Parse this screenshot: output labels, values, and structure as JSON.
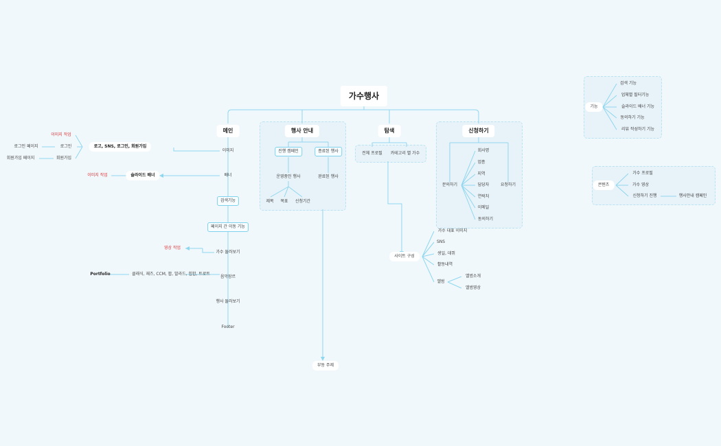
{
  "root": "가수행사",
  "main": {
    "title": "메인",
    "image": "이미지",
    "login_sns": "로고, SNS, 로그인, 회원가입",
    "image_work1": "이미지 작업",
    "login": "로그인",
    "login_page": "로그인 페이지",
    "signup": "회원가입",
    "signup_page": "회원가입 페이지",
    "banner": "배너",
    "slide_banner": "슬라이드 배너",
    "image_work2": "이미지 작업",
    "search_func": "검색기능",
    "page_move": "페이지 간 이동 기능",
    "singer_list": "가수 둘러보기",
    "video_work": "영상 작업",
    "genre": "음악장르",
    "portfolio": "Portfolio",
    "genres": "클래식, 재즈, CCM, 팝, 발라드, 힙합, 트로트",
    "event_list": "행사 둘러보기",
    "footer": "Footer"
  },
  "event": {
    "title": "행사 안내",
    "ongoing_campaign": "진행 캠페인",
    "ended_event": "종료된 행사",
    "running_event": "운영중인 행사",
    "completed_event": "완료된 행사",
    "item_title": "제목",
    "item_goal": "목표",
    "item_period": "신청기간",
    "sub_topic": "부동 주제"
  },
  "search": {
    "title": "탐색",
    "all_profiles": "전체 프로필",
    "by_category": "카테고리 별 가수",
    "site_structure": "사이트 구성",
    "items": [
      "가수 대표 이미지",
      "SNS",
      "생일, 데뷔",
      "활동내역",
      "앨범"
    ],
    "album_items": [
      "앨범소개",
      "앨범영상"
    ]
  },
  "apply": {
    "title": "신청하기",
    "inquiry": "문의하기",
    "request": "요청하기",
    "fields": [
      "회사명",
      "업종",
      "지역",
      "담당자",
      "연락처",
      "이메일",
      "동의하기"
    ]
  },
  "func": {
    "title": "기능",
    "items": [
      "검색 기능",
      "업체별 필터기능",
      "슬라이드 배너 기능",
      "동의하기 기능",
      "리뷰 작성하기 기능"
    ]
  },
  "contents": {
    "title": "콘텐츠",
    "items": [
      "가수 프로필",
      "가수 영상",
      "신청하기 진행"
    ],
    "event_campaign": "행사안내 캠페인"
  },
  "colors": {
    "line": "#8fd6ef",
    "background": "#f1f8fb",
    "accent_red": "#e0383b"
  }
}
